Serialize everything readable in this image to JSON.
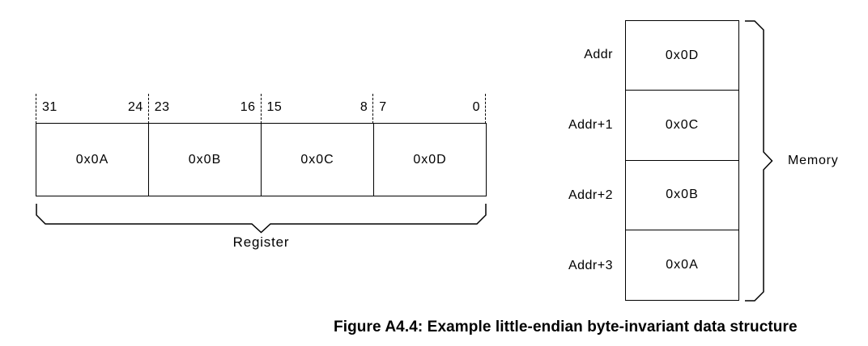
{
  "figure": {
    "caption": "Figure A4.4: Example little-endian byte-invariant data structure"
  },
  "register": {
    "label": "Register",
    "segments": [
      {
        "high_bit": "31",
        "low_bit": "24",
        "value": "0x0A"
      },
      {
        "high_bit": "23",
        "low_bit": "16",
        "value": "0x0B"
      },
      {
        "high_bit": "15",
        "low_bit": "8",
        "value": "0x0C"
      },
      {
        "high_bit": "7",
        "low_bit": "0",
        "value": "0x0D"
      }
    ]
  },
  "memory": {
    "label": "Memory",
    "cells": [
      {
        "address": "Addr",
        "value": "0x0D"
      },
      {
        "address": "Addr+1",
        "value": "0x0C"
      },
      {
        "address": "Addr+2",
        "value": "0x0B"
      },
      {
        "address": "Addr+3",
        "value": "0x0A"
      }
    ]
  },
  "colors": {
    "line": "#000000",
    "text": "#000000",
    "background": "#ffffff"
  }
}
